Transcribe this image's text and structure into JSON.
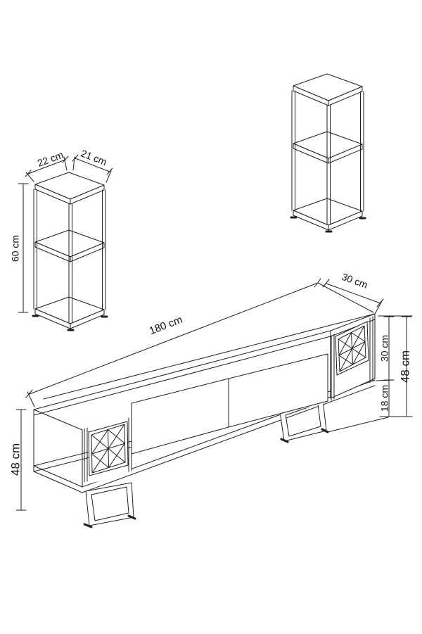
{
  "diagram": {
    "background_color": "#ffffff",
    "line_color": "#1f1f1f",
    "units": "cm",
    "side_shelf_unit": {
      "width_label": "22 cm",
      "depth_label": "21 cm",
      "height_label": "60 cm"
    },
    "tv_stand": {
      "length_label": "180 cm",
      "depth_label": "30 cm",
      "body_height_label": "30 cm",
      "leg_height_label": "18 cm",
      "total_height_label": "48 cm",
      "left_total_height_label": "48 cm"
    }
  }
}
